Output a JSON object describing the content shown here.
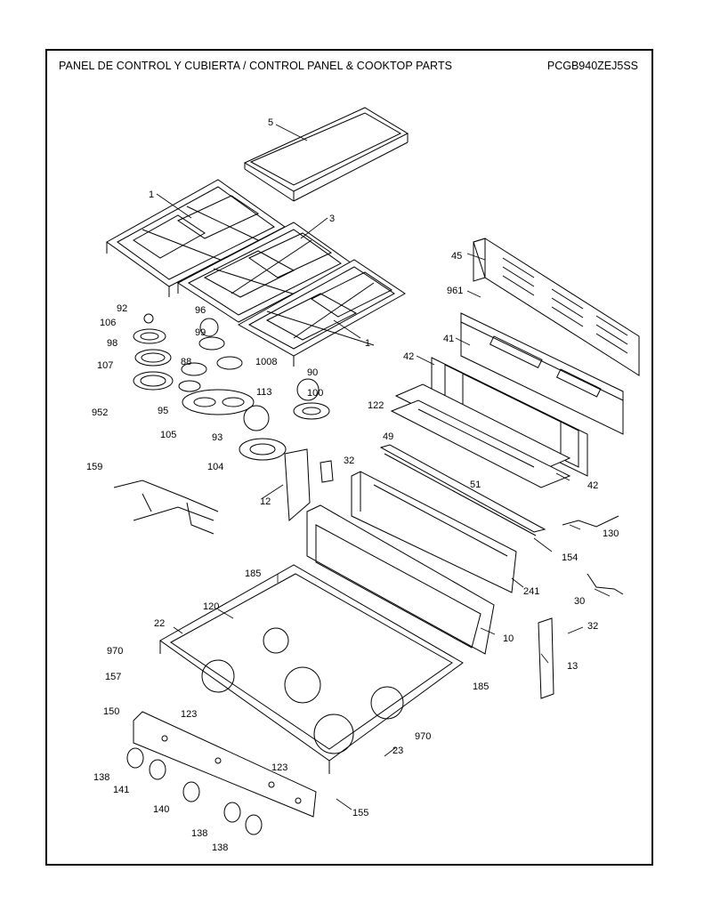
{
  "header": {
    "title": "PANEL DE CONTROL Y CUBIERTA / CONTROL PANEL & COOKTOP PARTS",
    "model": "PCGB940ZEJ5SS"
  },
  "callouts": [
    "5",
    "1",
    "3",
    "1",
    "45",
    "961",
    "41",
    "42",
    "92",
    "96",
    "106",
    "99",
    "98",
    "88",
    "1008",
    "90",
    "107",
    "113",
    "100",
    "952",
    "95",
    "122",
    "105",
    "93",
    "49",
    "104",
    "159",
    "32",
    "12",
    "51",
    "42",
    "130",
    "154",
    "241",
    "185",
    "30",
    "120",
    "22",
    "32",
    "10",
    "970",
    "13",
    "157",
    "185",
    "150",
    "123",
    "970",
    "23",
    "138",
    "141",
    "123",
    "140",
    "155",
    "138",
    "138"
  ],
  "colors": {
    "line": "#000000",
    "background": "#ffffff"
  }
}
